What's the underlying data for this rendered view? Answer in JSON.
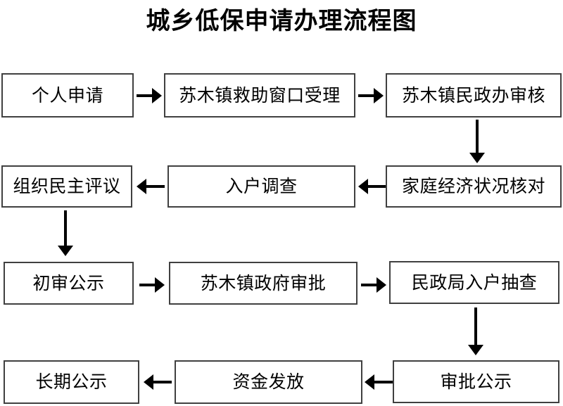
{
  "title": "城乡低保申请办理流程图",
  "chart_data": {
    "type": "diagram",
    "title": "城乡低保申请办理流程图",
    "diagram_kind": "flowchart",
    "orientation": "boustrophedon (serpentine): row 1 left-to-right, row 2 right-to-left, row 3 left-to-right, row 4 right-to-left",
    "node_count": 12,
    "nodes": [
      {
        "id": "n1",
        "label": "个人申请",
        "row": 1,
        "col": 1
      },
      {
        "id": "n2",
        "label": "苏木镇救助窗口受理",
        "row": 1,
        "col": 2
      },
      {
        "id": "n3",
        "label": "苏木镇民政办审核",
        "row": 1,
        "col": 3
      },
      {
        "id": "n4",
        "label": "家庭经济状况核对",
        "row": 2,
        "col": 3
      },
      {
        "id": "n5",
        "label": "入户调查",
        "row": 2,
        "col": 2
      },
      {
        "id": "n6",
        "label": "组织民主评议",
        "row": 2,
        "col": 1
      },
      {
        "id": "n7",
        "label": "初审公示",
        "row": 3,
        "col": 1
      },
      {
        "id": "n8",
        "label": "苏木镇政府审批",
        "row": 3,
        "col": 2
      },
      {
        "id": "n9",
        "label": "民政局入户抽查",
        "row": 3,
        "col": 3
      },
      {
        "id": "n10",
        "label": "审批公示",
        "row": 4,
        "col": 3
      },
      {
        "id": "n11",
        "label": "资金发放",
        "row": 4,
        "col": 2
      },
      {
        "id": "n12",
        "label": "长期公示",
        "row": 4,
        "col": 1
      }
    ],
    "edges": [
      {
        "from": "n1",
        "to": "n2",
        "direction": "right"
      },
      {
        "from": "n2",
        "to": "n3",
        "direction": "right"
      },
      {
        "from": "n3",
        "to": "n4",
        "direction": "down"
      },
      {
        "from": "n4",
        "to": "n5",
        "direction": "left"
      },
      {
        "from": "n5",
        "to": "n6",
        "direction": "left"
      },
      {
        "from": "n6",
        "to": "n7",
        "direction": "down"
      },
      {
        "from": "n7",
        "to": "n8",
        "direction": "right"
      },
      {
        "from": "n8",
        "to": "n9",
        "direction": "right"
      },
      {
        "from": "n9",
        "to": "n10",
        "direction": "down"
      },
      {
        "from": "n10",
        "to": "n11",
        "direction": "left"
      },
      {
        "from": "n11",
        "to": "n12",
        "direction": "left"
      }
    ],
    "colors": {
      "background": "#ffffff",
      "node_border": "#404040",
      "node_fill": "#ffffff",
      "text": "#000000",
      "arrow": "#000000"
    }
  }
}
